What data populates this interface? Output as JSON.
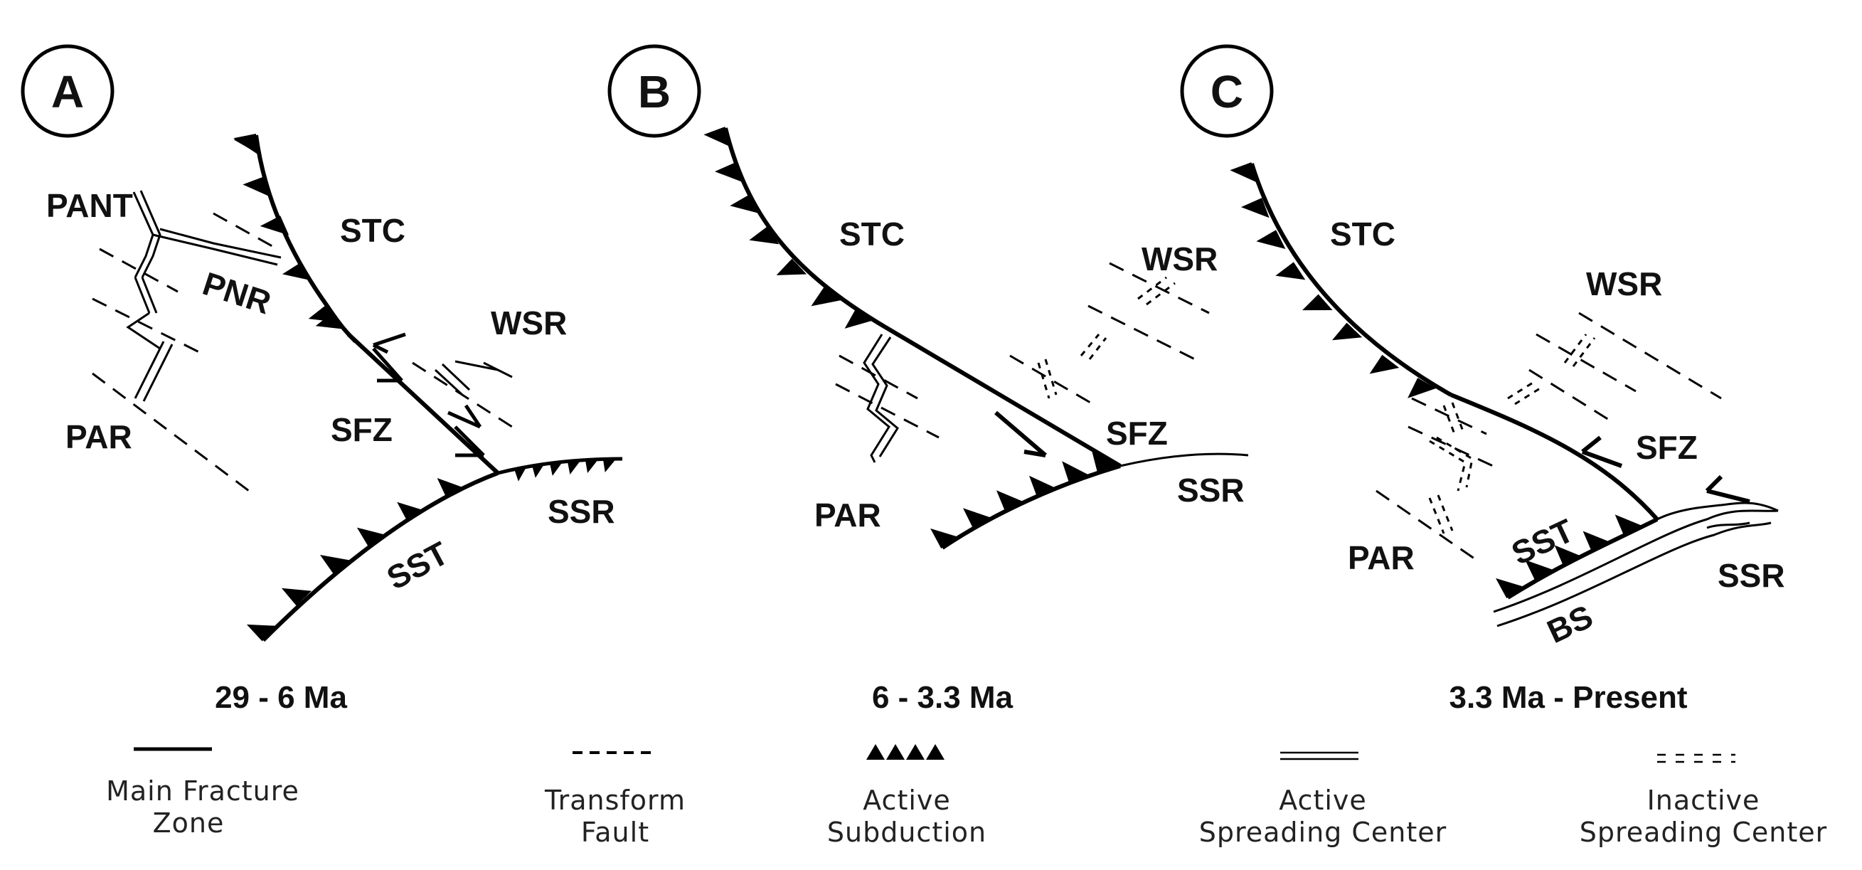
{
  "panels": [
    {
      "letter": "A",
      "era": "29 - 6 Ma",
      "labels": {
        "pant": "PANT",
        "pnr": "PNR",
        "par": "PAR",
        "stc": "STC",
        "wsr": "WSR",
        "sfz": "SFZ",
        "ssr": "SSR",
        "sst": "SST"
      }
    },
    {
      "letter": "B",
      "era": "6 - 3.3 Ma",
      "labels": {
        "stc": "STC",
        "wsr": "WSR",
        "sfz": "SFZ",
        "ssr": "SSR",
        "par": "PAR"
      }
    },
    {
      "letter": "C",
      "era": "3.3 Ma - Present",
      "labels": {
        "stc": "STC",
        "wsr": "WSR",
        "sfz": "SFZ",
        "par": "PAR",
        "sst": "SST",
        "ssr": "SSR",
        "bs": "BS"
      }
    }
  ],
  "legend": [
    {
      "line1": "Main Fracture",
      "line2": "Zone"
    },
    {
      "line1": "Transform",
      "line2": "Fault"
    },
    {
      "line1": "Active",
      "line2": "Subduction"
    },
    {
      "line1": "Active",
      "line2": "Spreading Center"
    },
    {
      "line1": "Inactive",
      "line2": "Spreading Center"
    }
  ]
}
